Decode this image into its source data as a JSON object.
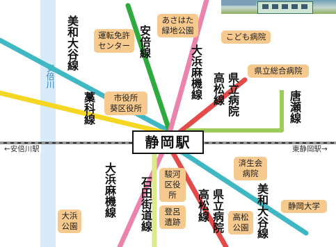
{
  "station": {
    "name": "静岡駅"
  },
  "ends": {
    "west": "←安倍川駅",
    "east": "東静岡駅→"
  },
  "river": {
    "label": "安倍川"
  },
  "lines": {
    "miwa_ootani_nw": "美和大谷線",
    "abe": "安倍線",
    "oohama_kikai_n": "大浜麻機線",
    "takamatsu_n": "高松線",
    "kenritsu_byouin_n": "県立病院",
    "yakka": "藁科線",
    "karase": "唐瀬線",
    "oohama_kikai_s": "大浜麻機線",
    "ishida_kaido": "石田街道線",
    "takamatsu_s": "高松線",
    "kenritsu_byouin_s": "県立病院",
    "miwa_ootani_se": "美和大谷線"
  },
  "landmarks": {
    "unten_menkyo": [
      "運転免許",
      "センター"
    ],
    "asahata": [
      "あさはた",
      "緑地公園"
    ],
    "kodomo": "こども病院",
    "kenritsu_sougou": "県立総合病院",
    "shiyakusho": [
      "市役所",
      "葵区役所"
    ],
    "saiseikai": [
      "済生会",
      "病院"
    ],
    "suruga_kuyakusho": [
      "駿河",
      "区役所"
    ],
    "toro_iseki": [
      "登呂",
      "遺跡"
    ],
    "oohama_kouen": [
      "大浜",
      "公園"
    ],
    "takamatsu_kouen": [
      "高松",
      "公園"
    ],
    "shizuoka_daigaku": "静岡大学"
  },
  "colors": {
    "miwa_ootani": "#3fb8c4",
    "abe": "#2eaa3f",
    "oohama_kikai": "#ea84ad",
    "takamatsu": "#e34a4a",
    "yakka": "#f5d623",
    "karase": "#9ccc5a",
    "ishida_kaido": "#dde98a",
    "railway": "#333333",
    "landmark_bg": "#f6c98f",
    "river": "#d7ecf8"
  }
}
